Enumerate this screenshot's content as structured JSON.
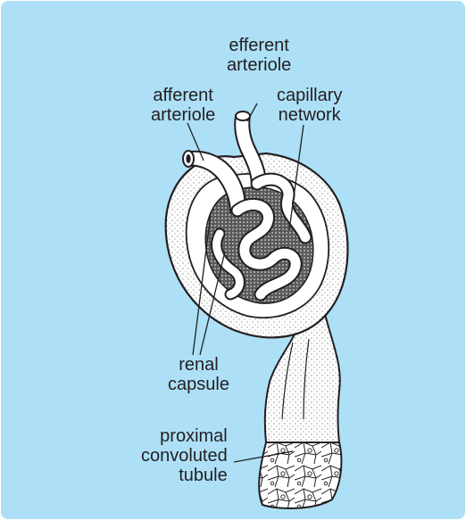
{
  "colors": {
    "panel": "#ade0f7",
    "outline": "#231f20",
    "tissue": "#ffffff",
    "dark_fill": "#4a4a4a"
  },
  "labels": {
    "efferent_arteriole": [
      "efferent",
      "arteriole"
    ],
    "afferent_arteriole": [
      "afferent",
      "arteriole"
    ],
    "capillary_network": [
      "capillary",
      "network"
    ],
    "renal_capsule": [
      "renal",
      "capsule"
    ],
    "proximal_convoluted_tubule": [
      "proximal",
      "convoluted",
      "tubule"
    ]
  }
}
